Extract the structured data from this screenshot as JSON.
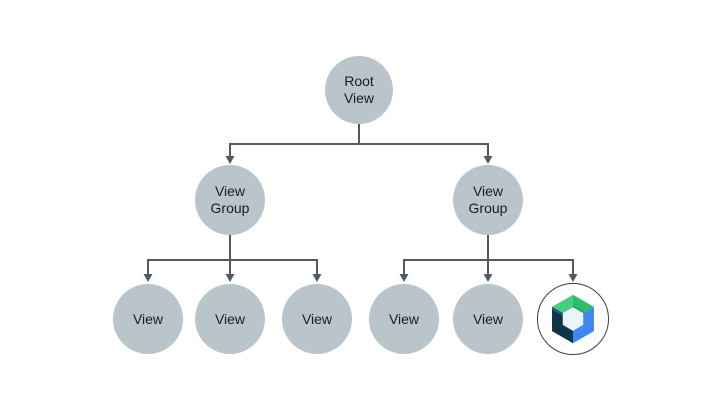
{
  "page": {
    "background": "#ffffff"
  },
  "diagram": {
    "description": "view-hierarchy-tree",
    "nodes": {
      "root": {
        "line1": "Root",
        "line2": "View"
      },
      "group_left": {
        "line1": "View",
        "line2": "Group"
      },
      "group_right": {
        "line1": "View",
        "line2": "Group"
      },
      "view_left_1": {
        "label": "View"
      },
      "view_left_2": {
        "label": "View"
      },
      "view_left_3": {
        "label": "View"
      },
      "view_right_1": {
        "label": "View"
      },
      "view_right_2": {
        "label": "View"
      }
    },
    "icons": {
      "compose_node": "jetpack-compose-logo"
    },
    "colors": {
      "node_fill": "#bac4cb",
      "connector": "#54595e",
      "label_text": "#1b1c1e",
      "compose_green_light": "#46cf82",
      "compose_green_dark": "#2dbd6d",
      "compose_green_shadow": "#21a75f",
      "compose_blue": "#4285f4",
      "compose_navy": "#0d3547",
      "compose_navy_highlight": "#1d5a74",
      "compose_center": "#e9f5fb",
      "compose_ring_border": "#3c4043",
      "compose_ring_fill": "#ffffff"
    }
  }
}
